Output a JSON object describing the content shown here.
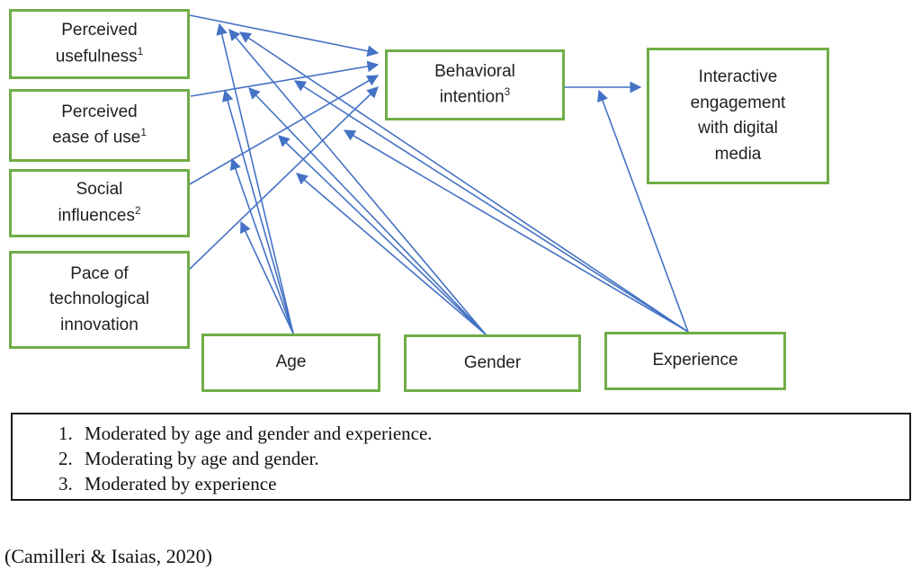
{
  "diagram": {
    "colors": {
      "box_border": "#70AD47",
      "arrow": "#4472C4",
      "footnote_border": "#1c1c1c"
    },
    "boxes": {
      "perceived_usefulness": {
        "lines": [
          "Perceived",
          "usefulness"
        ],
        "sup": "1"
      },
      "perceived_ease_of_use": {
        "lines": [
          "Perceived",
          "ease of use"
        ],
        "sup": "1"
      },
      "social_influences": {
        "lines": [
          "Social",
          "influences"
        ],
        "sup": "2"
      },
      "pace_of_innovation": {
        "lines": [
          "Pace of",
          "technological",
          "innovation"
        ]
      },
      "behavioral_intention": {
        "lines": [
          "Behavioral",
          "intention"
        ],
        "sup": "3"
      },
      "interactive_engagement": {
        "lines": [
          "Interactive",
          "engagement",
          "with digital",
          "media"
        ]
      },
      "age": {
        "lines": [
          "Age"
        ]
      },
      "gender": {
        "lines": [
          "Gender"
        ]
      },
      "experience": {
        "lines": [
          "Experience"
        ]
      }
    },
    "connections": [
      {
        "from": "perceived_usefulness",
        "to": "behavioral_intention"
      },
      {
        "from": "perceived_ease_of_use",
        "to": "behavioral_intention"
      },
      {
        "from": "social_influences",
        "to": "behavioral_intention"
      },
      {
        "from": "pace_of_innovation",
        "to": "behavioral_intention"
      },
      {
        "from": "behavioral_intention",
        "to": "interactive_engagement"
      },
      {
        "from": "age",
        "moderates": [
          "perceived_usefulness",
          "perceived_ease_of_use",
          "social_influences",
          "pace_of_innovation"
        ]
      },
      {
        "from": "gender",
        "moderates": [
          "perceived_usefulness",
          "perceived_ease_of_use",
          "social_influences",
          "pace_of_innovation"
        ]
      },
      {
        "from": "experience",
        "moderates": [
          "perceived_usefulness",
          "perceived_ease_of_use",
          "pace_of_innovation",
          "behavioral_intention_to_engagement"
        ]
      }
    ]
  },
  "footnotes": {
    "items": [
      "Moderated by age and gender and experience.",
      "Moderating by age and gender.",
      "Moderated by experience"
    ]
  },
  "citation": "(Camilleri & Isaias, 2020)"
}
